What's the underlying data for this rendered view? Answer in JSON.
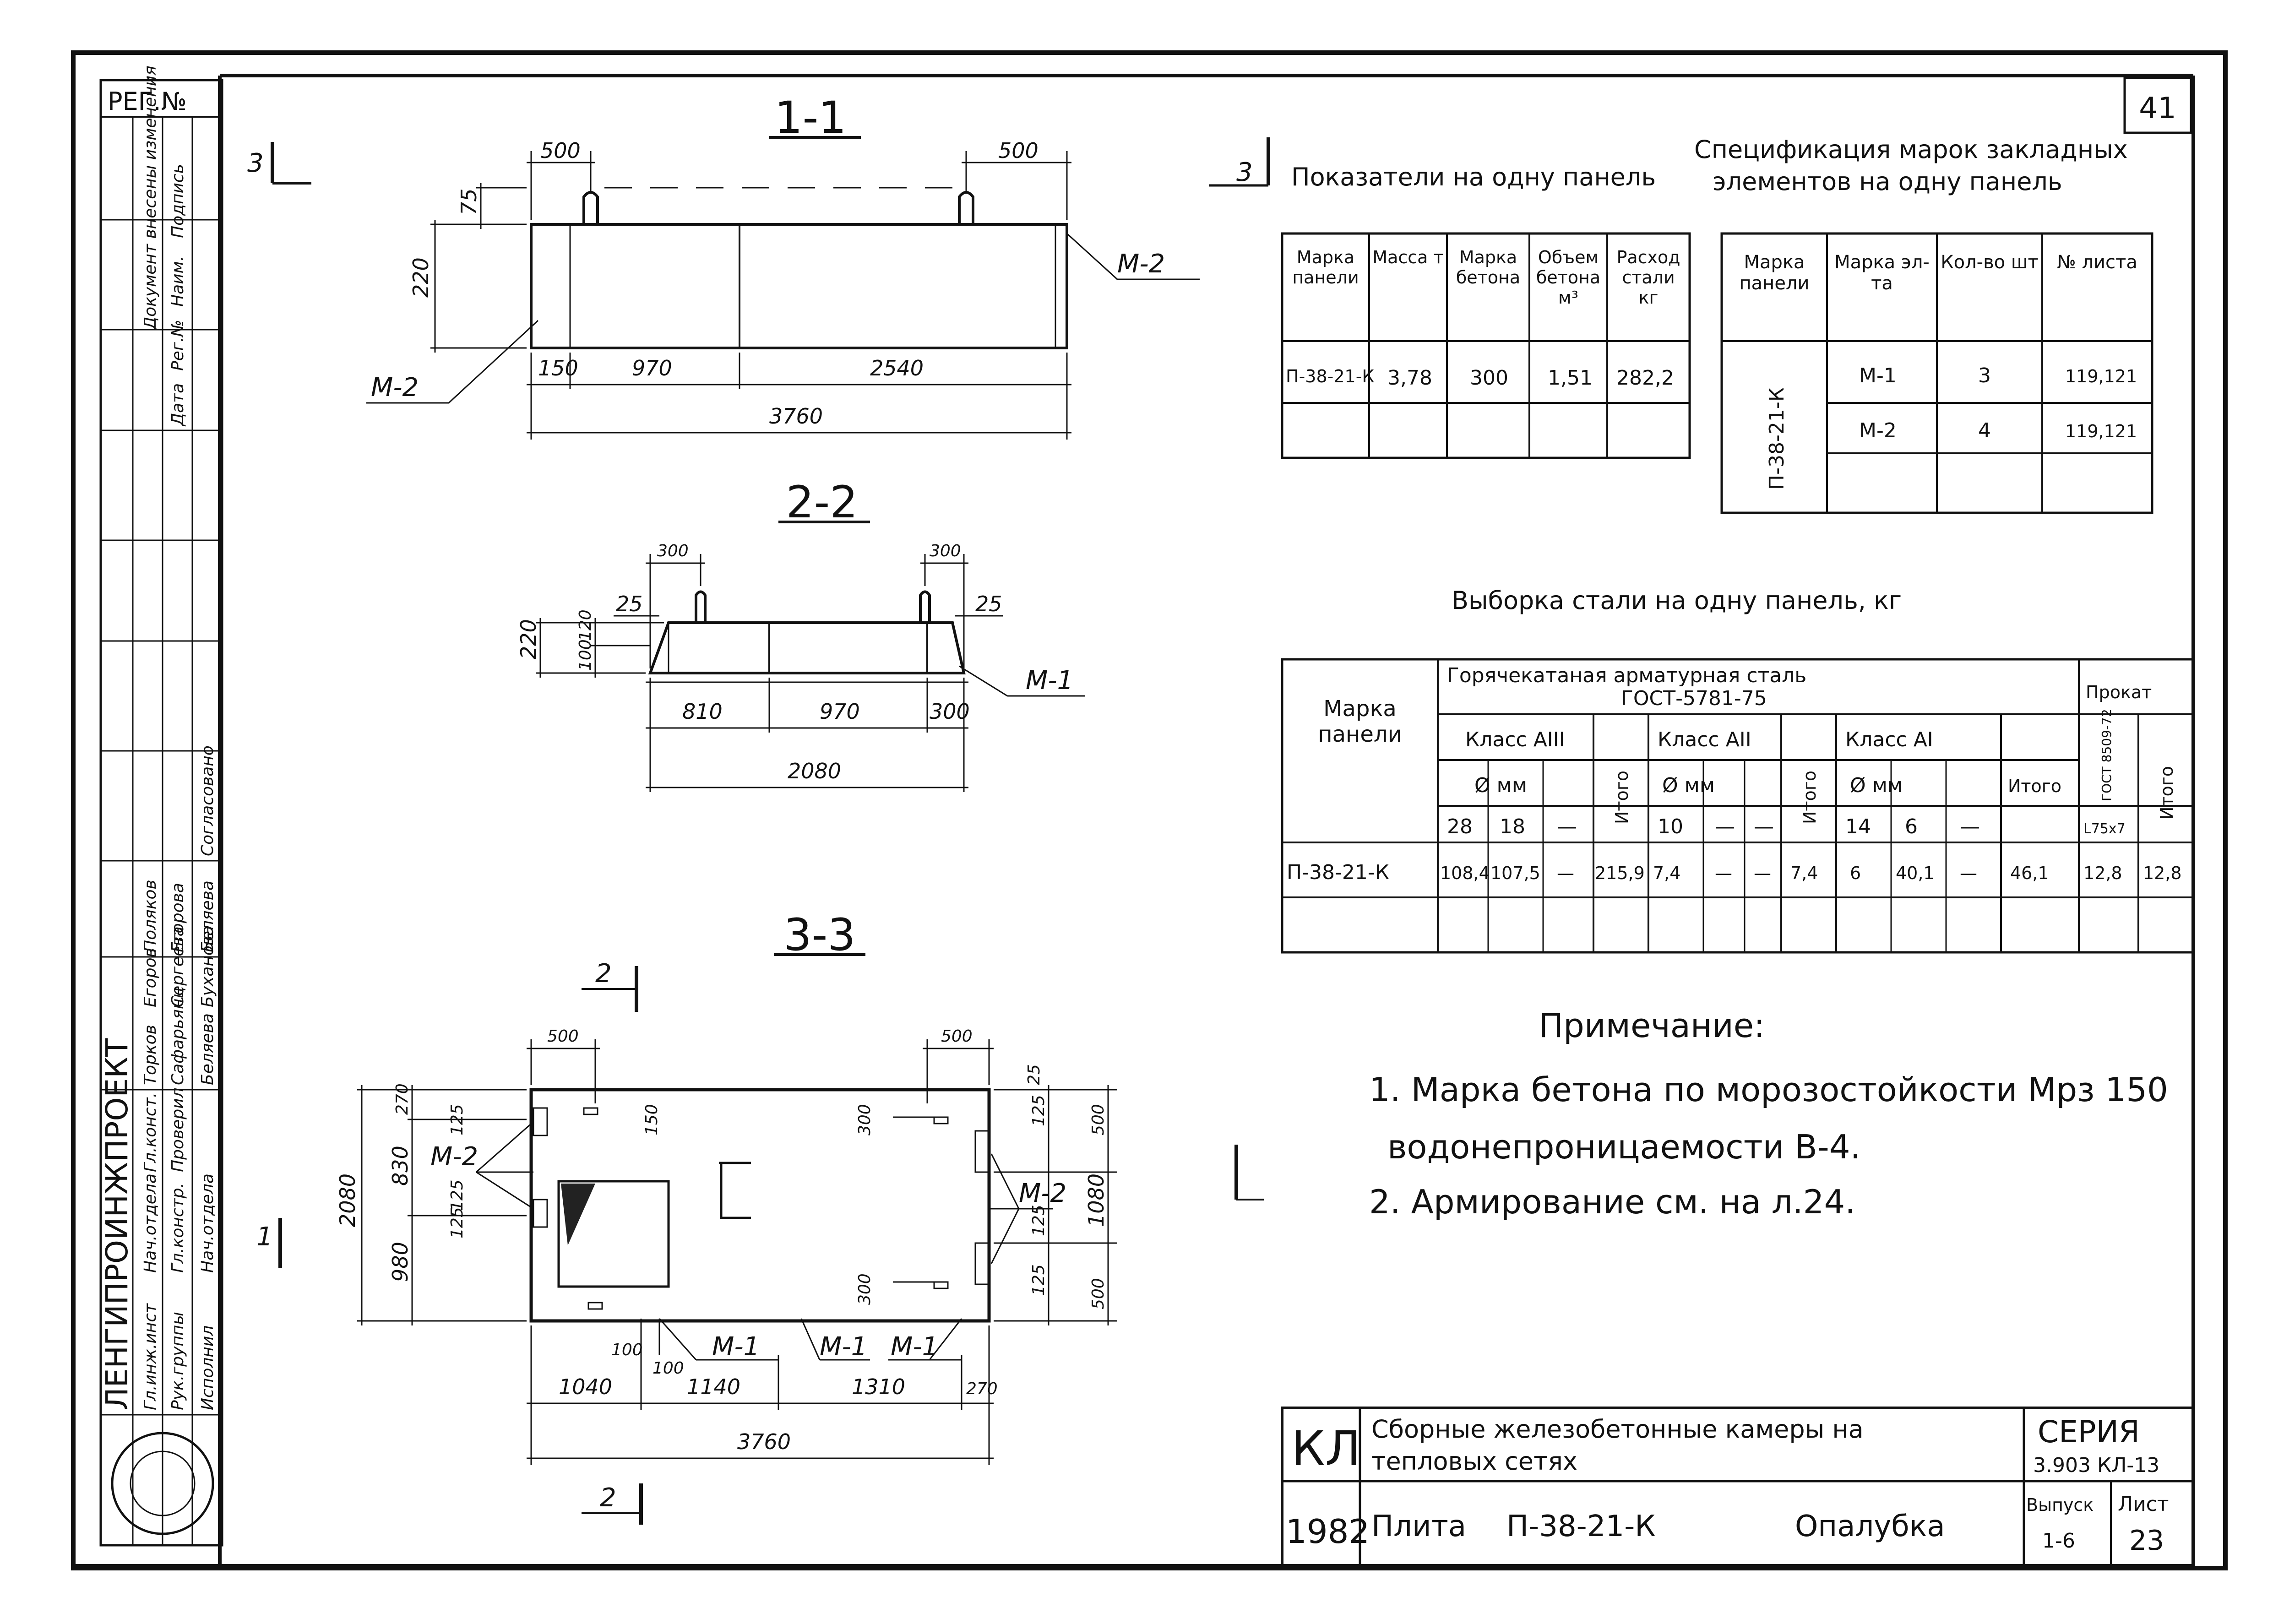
{
  "sheet_no": "41",
  "reg_label": "РЕГ.№",
  "section_marker_3": "3",
  "margin_stamp": {
    "header": "Документ внесены изменения",
    "cols": [
      "Дата",
      "Рег.№",
      "Наим.",
      "Подпись"
    ]
  },
  "sidebar_titles": {
    "org": "ЛЕНГИПРОИНЖПРОЕКТ",
    "roles": [
      "Гл.инж.инст",
      "Нач.отдела",
      "Гл.конст.",
      "Рук.группы",
      "Гл.констр.",
      "Проверил",
      "Исполнил",
      "Нач.отдела"
    ],
    "names": [
      "Торков",
      "Егоров",
      "Поляков",
      "Сафарьянц",
      "Сергеева",
      "Егорова",
      "Беляева",
      "Буханова",
      "Беляева"
    ],
    "agreed": "Согласовано"
  },
  "views": {
    "s11": {
      "title": "1-1",
      "dims": {
        "d500a": "500",
        "d500b": "500",
        "d75": "75",
        "d220": "220",
        "d150": "150",
        "d970": "970",
        "d2540": "2540",
        "d3760": "3760"
      },
      "m2_right": "М-2",
      "m2_left": "М-2"
    },
    "s22": {
      "title": "2-2",
      "dims": {
        "d300a": "300",
        "d300b": "300",
        "d25a": "25",
        "d25b": "25",
        "d220": "220",
        "d120": "120",
        "d100": "100",
        "d810": "810",
        "d970": "970",
        "d300c": "300",
        "d2080": "2080"
      },
      "m1": "М-1"
    },
    "s33": {
      "title": "3-3",
      "marker_top": "2",
      "marker_bottom": "2",
      "marker_left": "1",
      "dims": {
        "d500a": "500",
        "d500b": "500",
        "d2080": "2080",
        "d270": "270",
        "d830": "830",
        "d980": "980",
        "d125a": "125",
        "d125b": "125",
        "d125c": "125",
        "d125d": "125",
        "d125e": "125",
        "d125f": "125",
        "d150": "150",
        "d300a": "300",
        "d300b": "300",
        "d25": "25",
        "d500c": "500",
        "d1080": "1080",
        "d500d": "500",
        "d100a": "100",
        "d100b": "100",
        "d1040": "1040",
        "d1140": "1140",
        "d1310": "1310",
        "d270b": "270",
        "d3760": "3760"
      },
      "m2_left": "М-2",
      "m2_right": "М-2",
      "m1_a": "М-1",
      "m1_b": "М-1",
      "m1_c": "М-1"
    }
  },
  "indicators": {
    "title": "Показатели на одну панель",
    "marker": "3",
    "headers": [
      "Марка панели",
      "Масса т",
      "Марка бетона",
      "Объем бетона м³",
      "Расход стали кг"
    ],
    "rows": [
      [
        "П-38-21-К",
        "3,78",
        "300",
        "1,51",
        "282,2"
      ]
    ]
  },
  "spec": {
    "title_line1": "Спецификация марок закладных",
    "title_line2": "элементов на одну панель",
    "headers": [
      "Марка панели",
      "Марка эл-та",
      "Кол-во шт",
      "№ листа"
    ],
    "panel": "П-38-21-К",
    "rows": [
      [
        "М-1",
        "3",
        "119,121"
      ],
      [
        "М-2",
        "4",
        "119,121"
      ]
    ]
  },
  "steel": {
    "title": "Выборка стали на одну панель, кг",
    "header_mark": "Марка панели",
    "header_group": "Горячекатаная арматурная сталь",
    "header_gost": "ГОСТ-5781-75",
    "header_rolled": "Прокат",
    "class3": "Класс АIII",
    "class2": "Класс АII",
    "class1": "Класс АI",
    "phi_mm": "Ø мм",
    "itogo": "Итого",
    "gost_rolled": "ГОСТ 8509-72",
    "sizes": [
      "28",
      "18",
      "—",
      "10",
      "—",
      "—",
      "14",
      "6",
      "—",
      "L75x7"
    ],
    "row": [
      "П-38-21-К",
      "108,4",
      "107,5",
      "—",
      "215,9",
      "7,4",
      "—",
      "—",
      "7,4",
      "6",
      "40,1",
      "—",
      "46,1",
      "12,8",
      "12,8"
    ]
  },
  "notes": {
    "title": "Примечание:",
    "items": [
      "1. Марка бетона по морозостойкости Мрз 150",
      "водонепроницаемости В-4.",
      "2. Армирование см. на л.24."
    ]
  },
  "stamp": {
    "code": "КЛ",
    "year": "1982",
    "title_line1": "Сборные железобетонные камеры на",
    "title_line2": "тепловых сетях",
    "series_label": "СЕРИЯ",
    "series_value": "3.903 КЛ-13",
    "item": "Плита",
    "item_mark": "П-38-21-К",
    "kind": "Опалубка",
    "issue_label": "Выпуск",
    "issue_value": "1-6",
    "sheet_label": "Лист",
    "sheet_value": "23"
  }
}
